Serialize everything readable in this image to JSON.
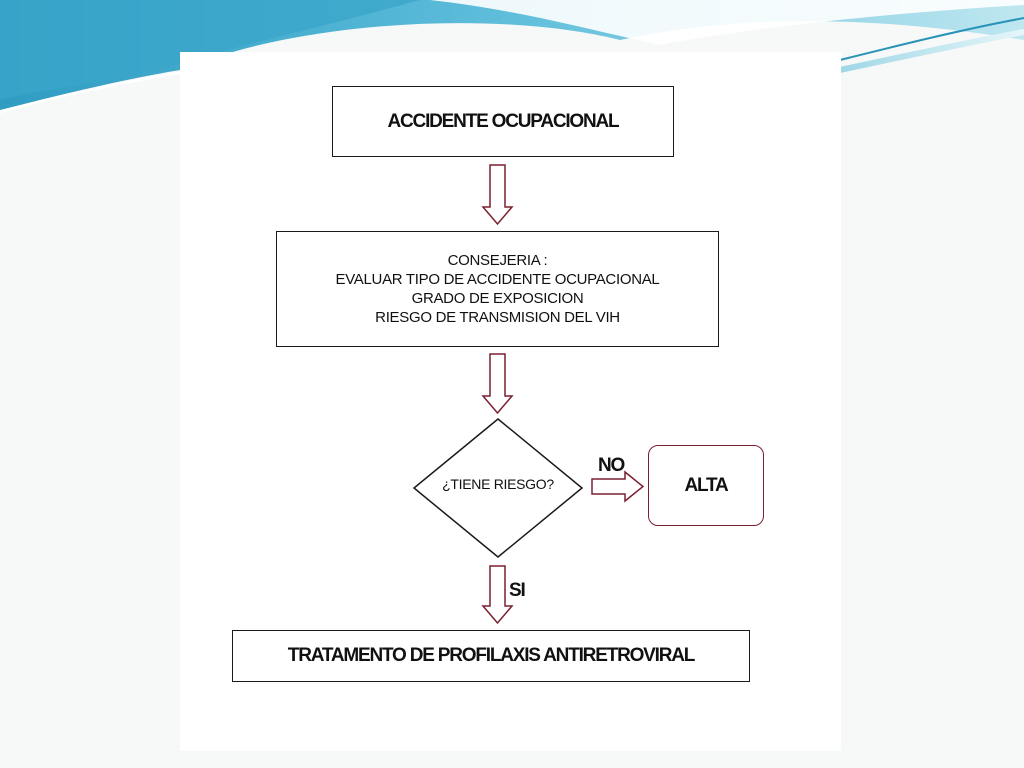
{
  "flowchart": {
    "start_box": "ACCIDENTE OCUPACIONAL",
    "consejeria_box": {
      "lines": [
        "CONSEJERIA :",
        "EVALUAR TIPO DE ACCIDENTE OCUPACIONAL",
        "GRADO DE EXPOSICION",
        "RIESGO DE TRANSMISION DEL VIH"
      ]
    },
    "decision": "¿TIENE RIESGO?",
    "no_label": "NO",
    "yes_label": "SI",
    "alta_box": "ALTA",
    "treatment_box": "TRATAMENTO DE PROFILAXIS ANTIRETROVIRAL"
  },
  "colors": {
    "arrow_stroke": "#7a2030",
    "box_border": "#1a1a1a",
    "alta_border": "#7a2030",
    "background_wave_dark": "#2a93b8",
    "background_wave_light": "#b9e3ee"
  }
}
